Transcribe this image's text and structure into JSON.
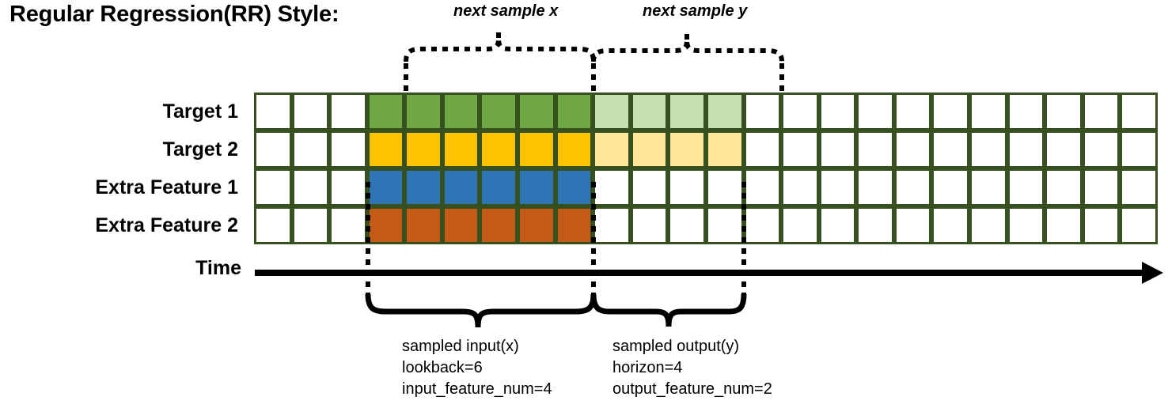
{
  "title": "Regular Regression(RR) Style:",
  "top_braces": [
    {
      "name": "next-sample-x",
      "label": "next sample x"
    },
    {
      "name": "next-sample-y",
      "label": "next sample y"
    }
  ],
  "rows": [
    {
      "label": "Target 1",
      "fill_dark": "#70a845",
      "fill_light": "#c7e0b0"
    },
    {
      "label": "Target 2",
      "fill_dark": "#ffc200",
      "fill_light": "#ffe699"
    },
    {
      "label": "Extra Feature 1",
      "fill_dark": "#2e75b6",
      "fill_light": null
    },
    {
      "label": "Extra Feature 2",
      "fill_dark": "#c55a17",
      "fill_light": null
    }
  ],
  "axis": {
    "label": "Time"
  },
  "grid": {
    "total_columns": 24,
    "lead_blank_columns": 3,
    "input_columns": 6,
    "output_columns": 4,
    "trail_blank_columns": 11,
    "border_color": "#37501f",
    "blank_fill": "#ffffff"
  },
  "bottom_braces": [
    {
      "name": "sampled-input",
      "lines": [
        "sampled input(x)",
        "lookback=6",
        "input_feature_num=4"
      ]
    },
    {
      "name": "sampled-output",
      "lines": [
        "sampled output(y)",
        "horizon=4",
        "output_feature_num=2"
      ]
    }
  ],
  "colors": {
    "grid_border": "#37501f",
    "target1": "#70a845",
    "target1_light": "#c7e0b0",
    "target2": "#ffc200",
    "target2_light": "#ffe699",
    "feature1": "#2e75b6",
    "feature2": "#c55a17",
    "ink": "#000000"
  }
}
